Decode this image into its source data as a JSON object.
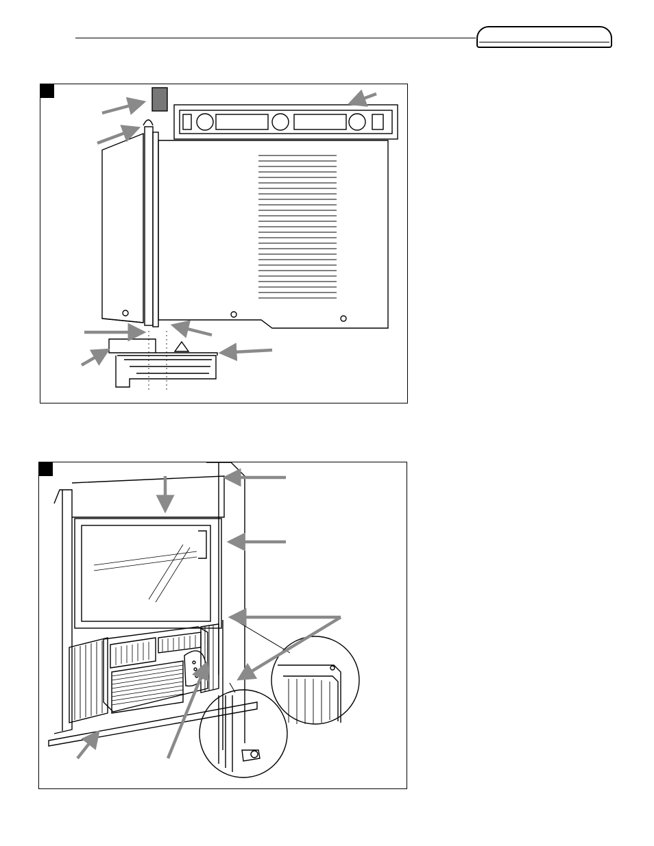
{
  "page": {
    "header": {
      "tab_label": ""
    },
    "figures": [
      {
        "id": "figure-1",
        "subject": "window-air-conditioner-side-view-installation"
      },
      {
        "id": "figure-2",
        "subject": "window-air-conditioner-installed-in-window"
      }
    ]
  },
  "colors": {
    "ink": "#000000",
    "callout_arrow": "#8a8a8a",
    "paper": "#ffffff"
  },
  "icons": [
    "callout-arrow-icon",
    "figure-marker-icon",
    "magnifier-circle-icon"
  ]
}
